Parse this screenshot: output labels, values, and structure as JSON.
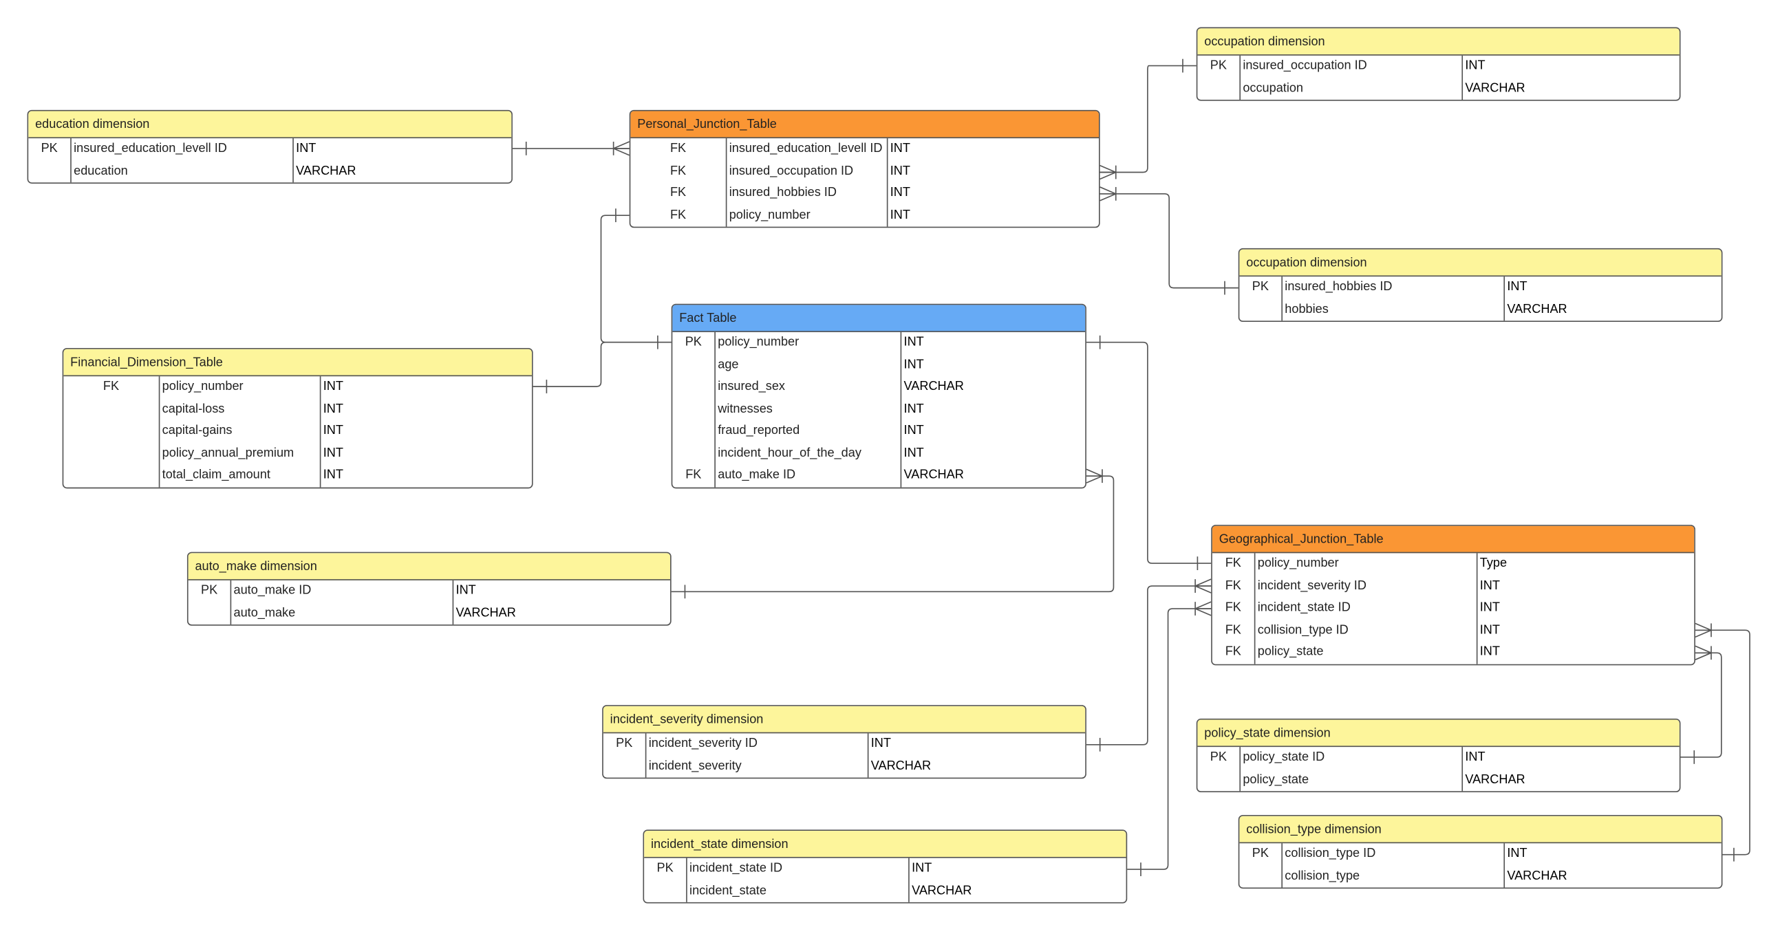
{
  "colors": {
    "dimension_header": "#fdf59b",
    "junction_header": "#fa9634",
    "fact_header": "#66aaf5",
    "border": "#555555",
    "connector": "#555555"
  },
  "entities": {
    "education": {
      "title": "education dimension",
      "rows": [
        {
          "key": "PK",
          "name": "insured_education_levell ID",
          "type": "INT"
        },
        {
          "key": "",
          "name": "education",
          "type": "VARCHAR"
        }
      ]
    },
    "personal": {
      "title": "Personal_Junction_Table",
      "rows": [
        {
          "key": "FK",
          "name": "insured_education_levell ID",
          "type": "INT"
        },
        {
          "key": "FK",
          "name": "insured_occupation ID",
          "type": "INT"
        },
        {
          "key": "FK",
          "name": "insured_hobbies ID",
          "type": "INT"
        },
        {
          "key": "FK",
          "name": "policy_number",
          "type": "INT"
        }
      ]
    },
    "occupation": {
      "title": "occupation dimension",
      "rows": [
        {
          "key": "PK",
          "name": "insured_occupation ID",
          "type": "INT"
        },
        {
          "key": "",
          "name": "occupation",
          "type": "VARCHAR"
        }
      ]
    },
    "hobbies": {
      "title": "occupation dimension",
      "rows": [
        {
          "key": "PK",
          "name": "insured_hobbies ID",
          "type": "INT"
        },
        {
          "key": "",
          "name": "hobbies",
          "type": "VARCHAR"
        }
      ]
    },
    "fact": {
      "title": "Fact Table",
      "rows": [
        {
          "key": "PK",
          "name": "policy_number",
          "type": "INT"
        },
        {
          "key": "",
          "name": "age",
          "type": "INT"
        },
        {
          "key": "",
          "name": "insured_sex",
          "type": "VARCHAR"
        },
        {
          "key": "",
          "name": "witnesses",
          "type": "INT"
        },
        {
          "key": "",
          "name": "fraud_reported",
          "type": "INT"
        },
        {
          "key": "",
          "name": "incident_hour_of_the_day",
          "type": "INT"
        },
        {
          "key": "FK",
          "name": "auto_make ID",
          "type": "VARCHAR"
        }
      ]
    },
    "financial": {
      "title": "Financial_Dimension_Table",
      "rows": [
        {
          "key": "FK",
          "name": "policy_number",
          "type": "INT"
        },
        {
          "key": "",
          "name": "capital-loss",
          "type": "INT"
        },
        {
          "key": "",
          "name": "capital-gains",
          "type": "INT"
        },
        {
          "key": "",
          "name": "policy_annual_premium",
          "type": "INT"
        },
        {
          "key": "",
          "name": "total_claim_amount",
          "type": "INT"
        }
      ]
    },
    "automake": {
      "title": "auto_make dimension",
      "rows": [
        {
          "key": "PK",
          "name": "auto_make ID",
          "type": "INT"
        },
        {
          "key": "",
          "name": "auto_make",
          "type": "VARCHAR"
        }
      ]
    },
    "geo": {
      "title": "Geographical_Junction_Table",
      "rows": [
        {
          "key": "FK",
          "name": "policy_number",
          "type": "Type"
        },
        {
          "key": "FK",
          "name": "incident_severity ID",
          "type": "INT"
        },
        {
          "key": "FK",
          "name": "incident_state ID",
          "type": "INT"
        },
        {
          "key": "FK",
          "name": "collision_type ID",
          "type": "INT"
        },
        {
          "key": "FK",
          "name": "policy_state",
          "type": "INT"
        }
      ]
    },
    "severity": {
      "title": "incident_severity dimension",
      "rows": [
        {
          "key": "PK",
          "name": "incident_severity ID",
          "type": "INT"
        },
        {
          "key": "",
          "name": "incident_severity",
          "type": "VARCHAR"
        }
      ]
    },
    "policystate": {
      "title": "policy_state dimension",
      "rows": [
        {
          "key": "PK",
          "name": "policy_state ID",
          "type": "INT"
        },
        {
          "key": "",
          "name": "policy_state",
          "type": "VARCHAR"
        }
      ]
    },
    "incstate": {
      "title": "incident_state dimension",
      "rows": [
        {
          "key": "PK",
          "name": "incident_state ID",
          "type": "INT"
        },
        {
          "key": "",
          "name": "incident_state",
          "type": "VARCHAR"
        }
      ]
    },
    "collision": {
      "title": "collision_type dimension",
      "rows": [
        {
          "key": "PK",
          "name": "collision_type ID",
          "type": "INT"
        },
        {
          "key": "",
          "name": "collision_type",
          "type": "VARCHAR"
        }
      ]
    }
  },
  "relationships": [
    {
      "from": "education",
      "to": "personal",
      "from_end": "one",
      "to_end": "many"
    },
    {
      "from": "occupation",
      "to": "personal",
      "from_end": "one",
      "to_end": "many"
    },
    {
      "from": "hobbies",
      "to": "personal",
      "from_end": "one",
      "to_end": "many"
    },
    {
      "from": "fact",
      "to": "personal",
      "from_end": "one",
      "to_end": "one"
    },
    {
      "from": "fact",
      "to": "financial",
      "from_end": "one",
      "to_end": "one"
    },
    {
      "from": "automake",
      "to": "fact",
      "from_end": "one",
      "to_end": "many"
    },
    {
      "from": "fact",
      "to": "geo",
      "from_end": "one",
      "to_end": "one"
    },
    {
      "from": "severity",
      "to": "geo",
      "from_end": "one",
      "to_end": "many"
    },
    {
      "from": "incstate",
      "to": "geo",
      "from_end": "one",
      "to_end": "many"
    },
    {
      "from": "policystate",
      "to": "geo",
      "from_end": "one",
      "to_end": "many"
    },
    {
      "from": "collision",
      "to": "geo",
      "from_end": "one",
      "to_end": "many"
    }
  ]
}
